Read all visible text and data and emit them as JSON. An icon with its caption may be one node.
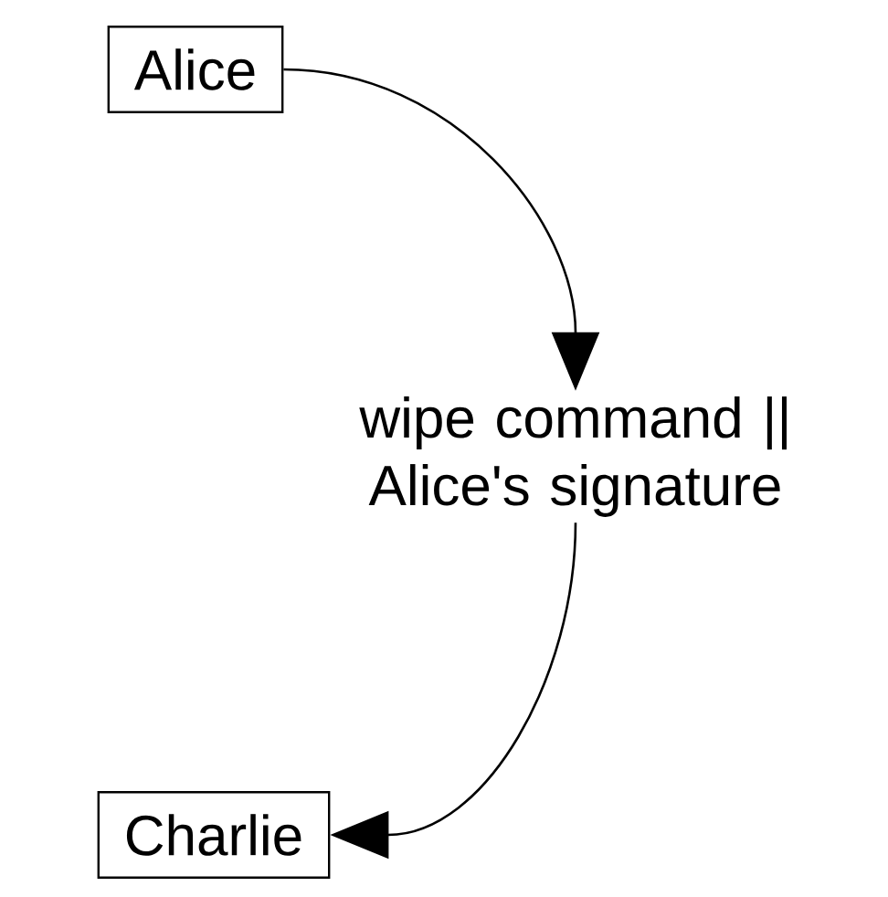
{
  "diagram": {
    "nodes": [
      {
        "text": [
          "Alice"
        ]
      },
      {
        "text": [
          "wipe command || Alice's signature"
        ]
      },
      {
        "text": [
          "Charlie"
        ]
      }
    ],
    "edges": [
      {
        "from": 0,
        "to": 1,
        "arrow": "to"
      },
      {
        "from": 1,
        "to": 2,
        "arrow": "to"
      }
    ]
  }
}
